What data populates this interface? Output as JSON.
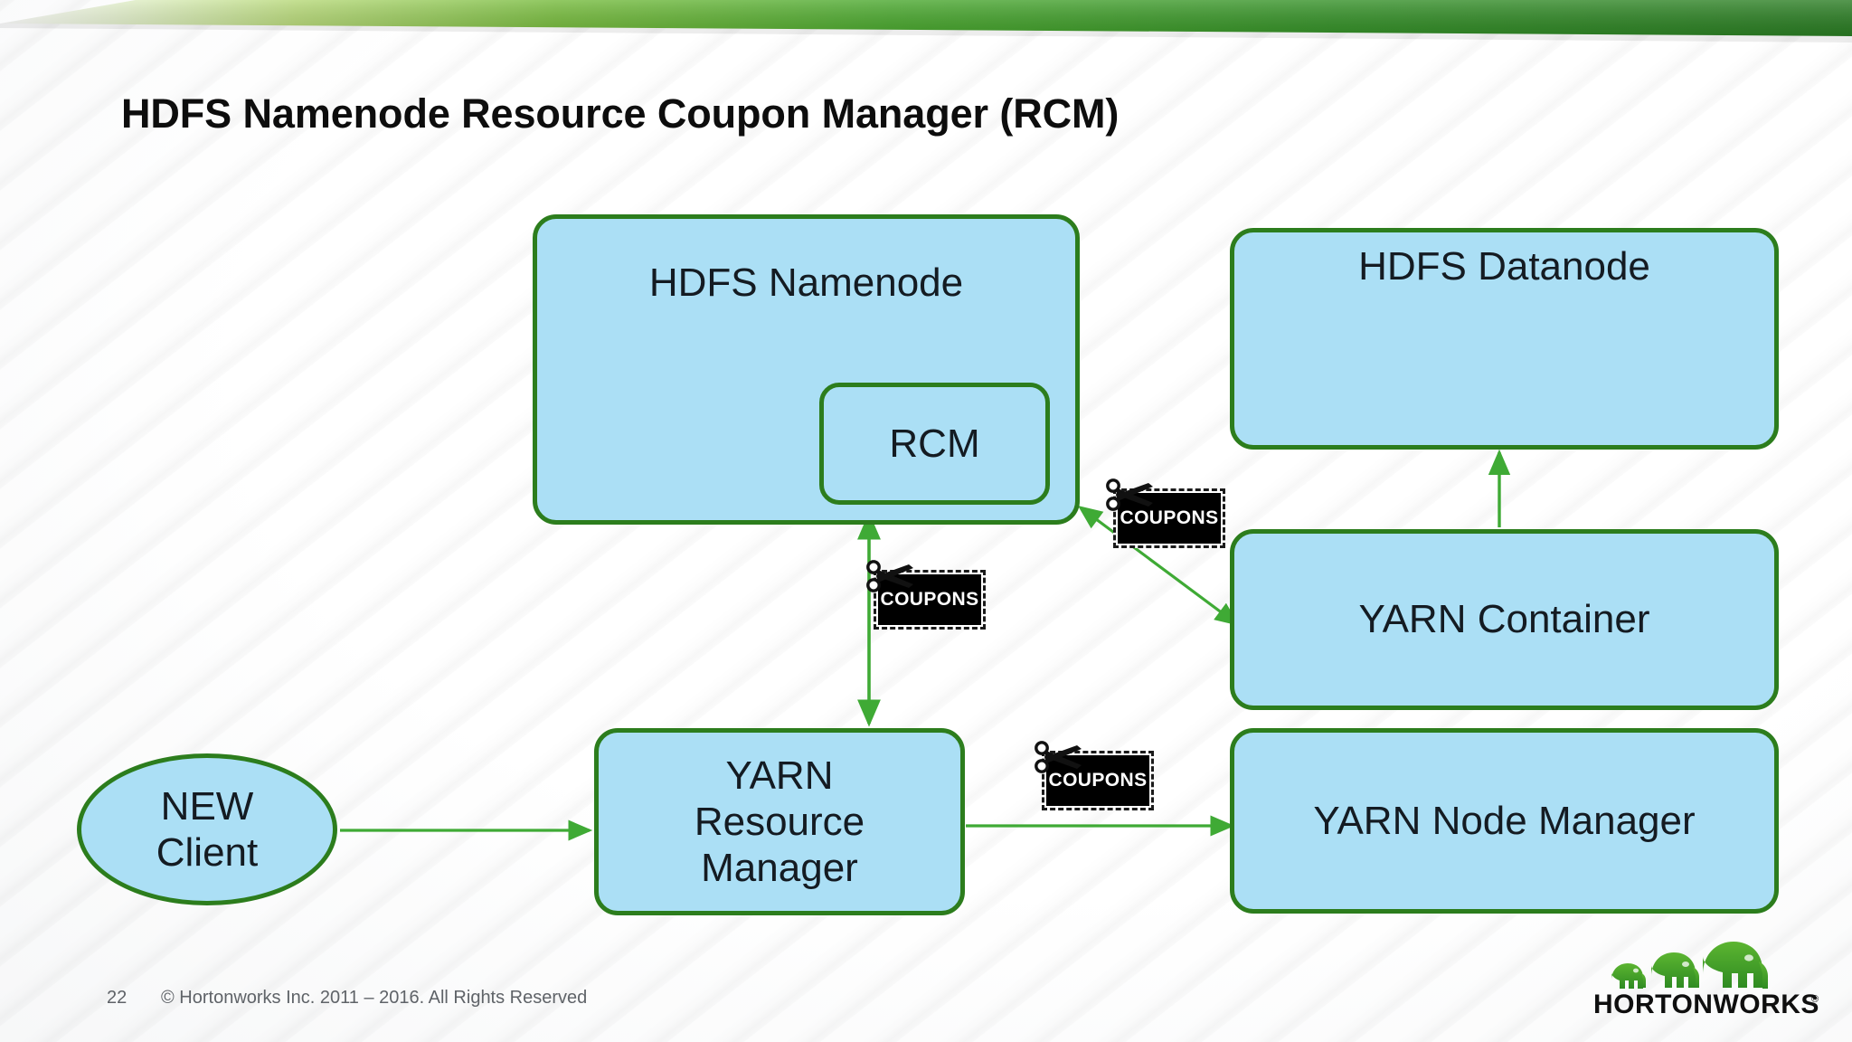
{
  "slide": {
    "title": "HDFS Namenode Resource Coupon Manager (RCM)",
    "page_number": "22",
    "copyright": "© Hortonworks Inc. 2011 – 2016. All Rights Reserved",
    "brand_name": "HORTONWORKS",
    "brand_trademark": "®"
  },
  "colors": {
    "banner_green_light": "#8cc63f",
    "banner_green_dark": "#2f8c28",
    "node_fill": "#abdff5",
    "node_border": "#2c7d1d",
    "arrow_green": "#3faa35",
    "coupon_black": "#000000",
    "text_dark": "#141b22",
    "footer_gray": "#5f6368",
    "logo_green": "#4ca92d"
  },
  "diagram": {
    "nodes": [
      {
        "id": "namenode",
        "label": "HDFS Namenode",
        "shape": "rounded-rect"
      },
      {
        "id": "rcm",
        "label": "RCM",
        "shape": "rounded-rect"
      },
      {
        "id": "datanode",
        "label": "HDFS Datanode",
        "shape": "rounded-rect"
      },
      {
        "id": "container",
        "label": "YARN Container",
        "shape": "rounded-rect"
      },
      {
        "id": "nodemanager",
        "label": "YARN Node Manager",
        "shape": "rounded-rect"
      },
      {
        "id": "resourcemanager",
        "label": "YARN\nResource\nManager",
        "shape": "rounded-rect"
      },
      {
        "id": "client",
        "label": "NEW\nClient",
        "shape": "ellipse"
      }
    ],
    "node_labels": {
      "namenode": "HDFS Namenode",
      "rcm": "RCM",
      "datanode": "HDFS Datanode",
      "container": "YARN Container",
      "nodemanager": "YARN Node Manager",
      "resourcemanager_line1": "YARN",
      "resourcemanager_line2": "Resource",
      "resourcemanager_line3": "Manager",
      "client_line1": "NEW",
      "client_line2": "Client"
    },
    "coupons": [
      {
        "id": "coupon-rcm-rm",
        "label": "COUPONS",
        "on_edge": "rcm <-> resourcemanager"
      },
      {
        "id": "coupon-nn-cont",
        "label": "COUPONS",
        "on_edge": "namenode <-> container"
      },
      {
        "id": "coupon-rm-nm",
        "label": "COUPONS",
        "on_edge": "resourcemanager -> nodemanager"
      }
    ],
    "edges": [
      {
        "from": "client",
        "to": "resourcemanager",
        "arrow": "single"
      },
      {
        "from": "rcm",
        "to": "resourcemanager",
        "arrow": "double"
      },
      {
        "from": "namenode",
        "to": "container",
        "arrow": "double"
      },
      {
        "from": "container",
        "to": "datanode",
        "arrow": "single"
      },
      {
        "from": "resourcemanager",
        "to": "nodemanager",
        "arrow": "single"
      }
    ]
  }
}
